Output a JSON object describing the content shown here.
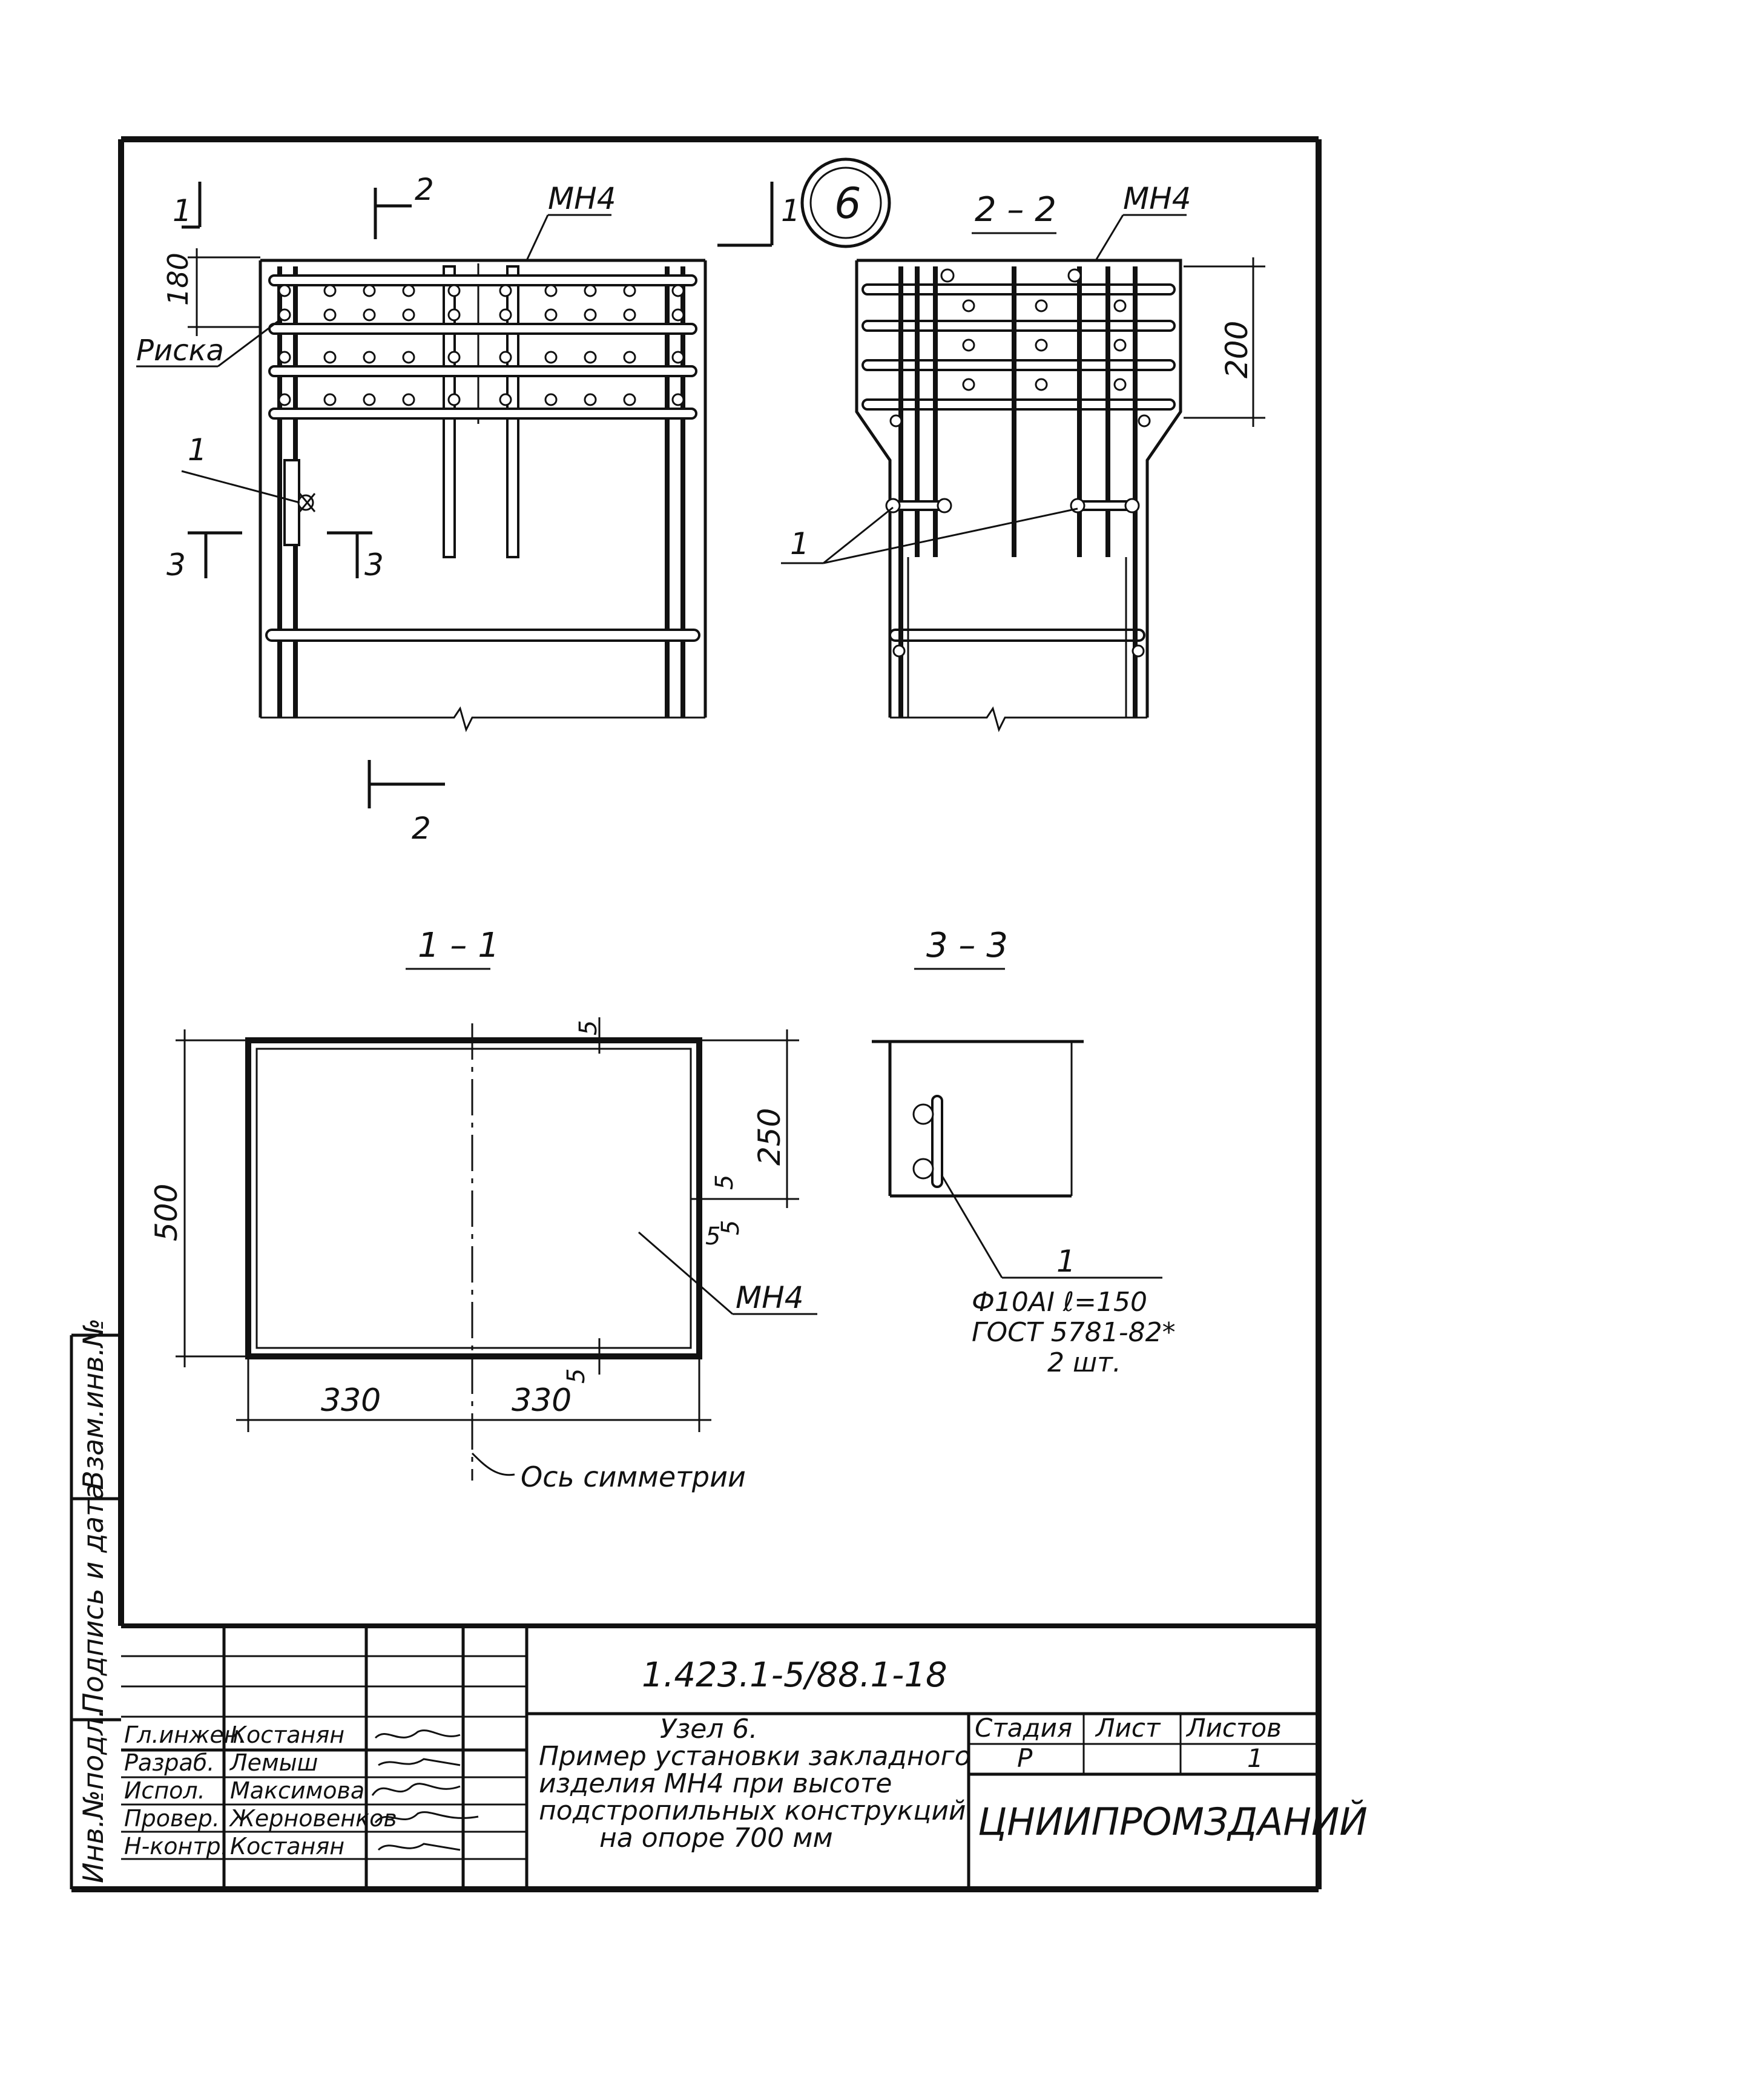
{
  "drawing": {
    "node_mark": "6",
    "section_marks": {
      "s1": "1",
      "s2": "2",
      "s3": "3"
    },
    "titles": {
      "section_2_2": "2 – 2",
      "section_1_1": "1 – 1",
      "section_3_3": "3 – 3"
    },
    "labels": {
      "embed_front": "МН4",
      "embed_side": "МН4",
      "embed_plan": "МН4",
      "riska": "Риска",
      "item_front": "1",
      "item_side": "1",
      "item_3_3": "1",
      "axis": "Ось симметрии"
    },
    "dimensions": {
      "d180": "180",
      "d200": "200",
      "d250": "250",
      "d500": "500",
      "d330_left": "330",
      "d330_right": "330",
      "d5_top": "5",
      "d5_mid1": "5",
      "d5_mid2": "5",
      "d5_mid3": "5",
      "d5_bottom": "5"
    },
    "spec_3_3": {
      "line1": "Ф10АI ℓ=150",
      "line2": "ГОСТ 5781-82*",
      "line3": "2 шт."
    }
  },
  "margin_stamps": {
    "vzam": "Взам.инв.№",
    "podpis": "Подпись и дата",
    "inv": "Инв.№подл."
  },
  "title_block": {
    "doc_code": "1.423.1-5/88.1-18",
    "title_lines": [
      "Узел 6.",
      "Пример установки закладного",
      "изделия МН4 при высоте",
      "подстропильных конструкций",
      "на опоре 700 мм"
    ],
    "stage_header": "Стадия",
    "sheet_header": "Лист",
    "sheets_header": "Листов",
    "stage_value": "Р",
    "sheet_value": "",
    "sheets_value": "1",
    "organization": "ЦНИИПРОМЗДАНИЙ",
    "signatures": [
      {
        "role": "Гл.инжен.",
        "name": "Костанян"
      },
      {
        "role": "Разраб.",
        "name": "Лемыш"
      },
      {
        "role": "Испол.",
        "name": "Максимова"
      },
      {
        "role": "Провер.",
        "name": "Жерновенков"
      },
      {
        "role": "Н-контр.",
        "name": "Костанян"
      }
    ]
  }
}
